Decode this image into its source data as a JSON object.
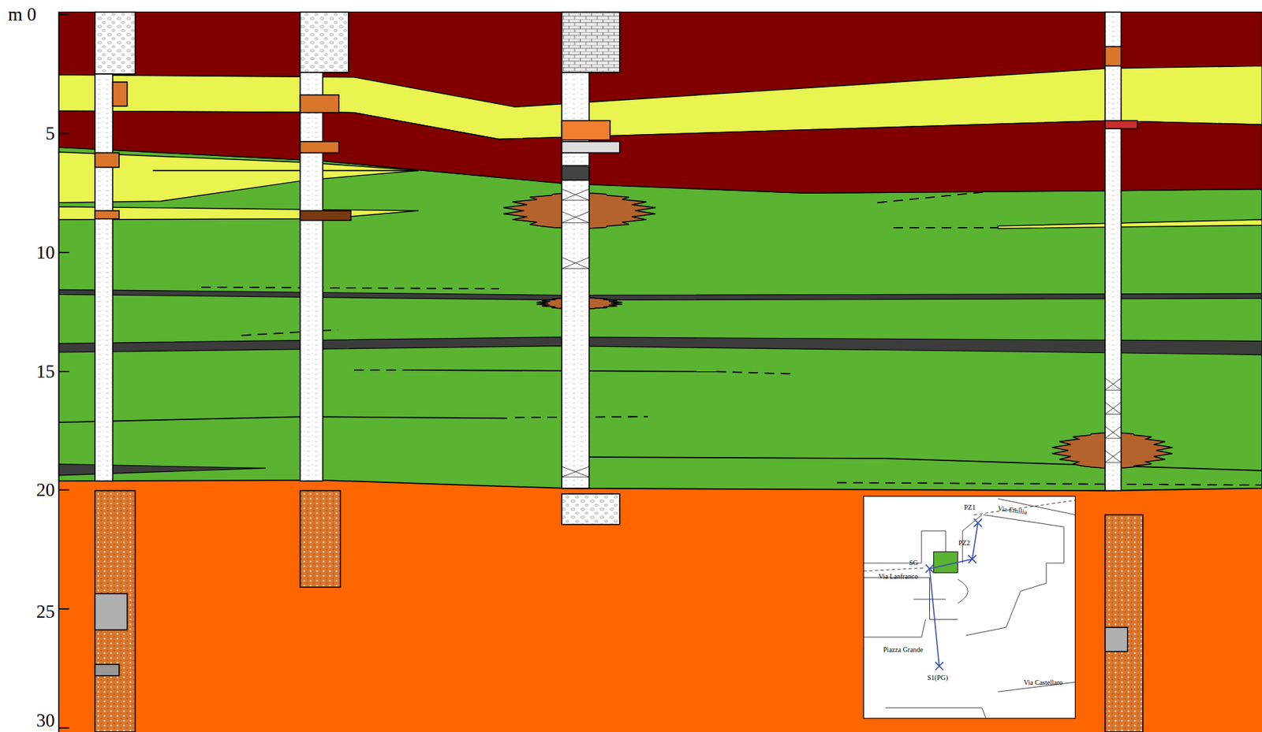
{
  "diagram": {
    "labels": [
      "m 0",
      "5",
      "10",
      "15",
      "20",
      "25",
      "30",
      "PZ1",
      "Via Emilia",
      "PZ2",
      "SG",
      "Via Lanfranco",
      "Piazza Grande",
      "S1(PG)",
      "Via Castellaro"
    ]
  }
}
